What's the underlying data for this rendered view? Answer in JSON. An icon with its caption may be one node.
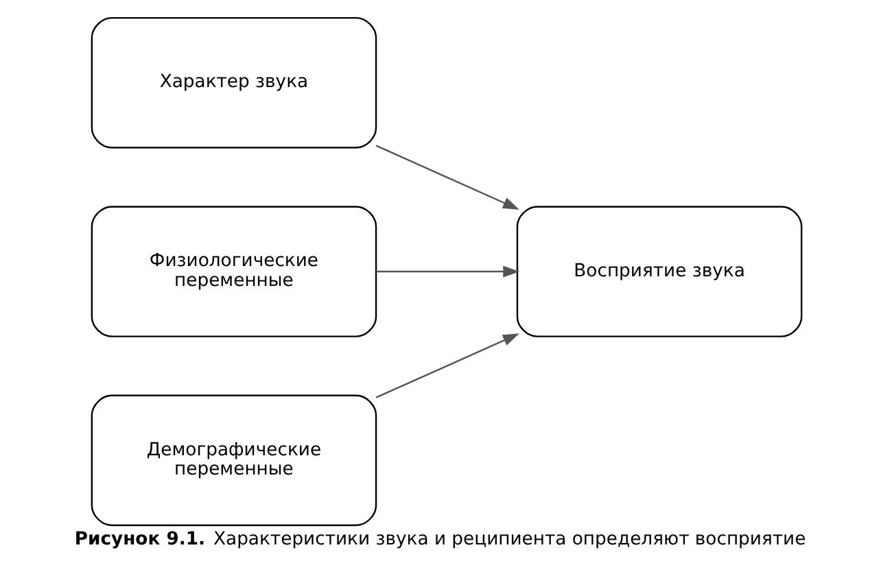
{
  "diagram": {
    "caption": "**Рисунок 9.1.** Характеристики звука и реципиента определяют восприятие",
    "nodes": [
      {
        "text": [
          "Характер звука"
        ]
      },
      {
        "text": [
          "Физиологические переменные"
        ]
      },
      {
        "text": [
          "Демографические переменные"
        ]
      },
      {
        "text": [
          "Восприятие звука"
        ]
      }
    ],
    "edges": [
      {
        "from": 0,
        "to": 3,
        "arrow": "to"
      },
      {
        "from": 1,
        "to": 3,
        "arrow": "to"
      },
      {
        "from": 2,
        "to": 3,
        "arrow": "to"
      }
    ]
  }
}
